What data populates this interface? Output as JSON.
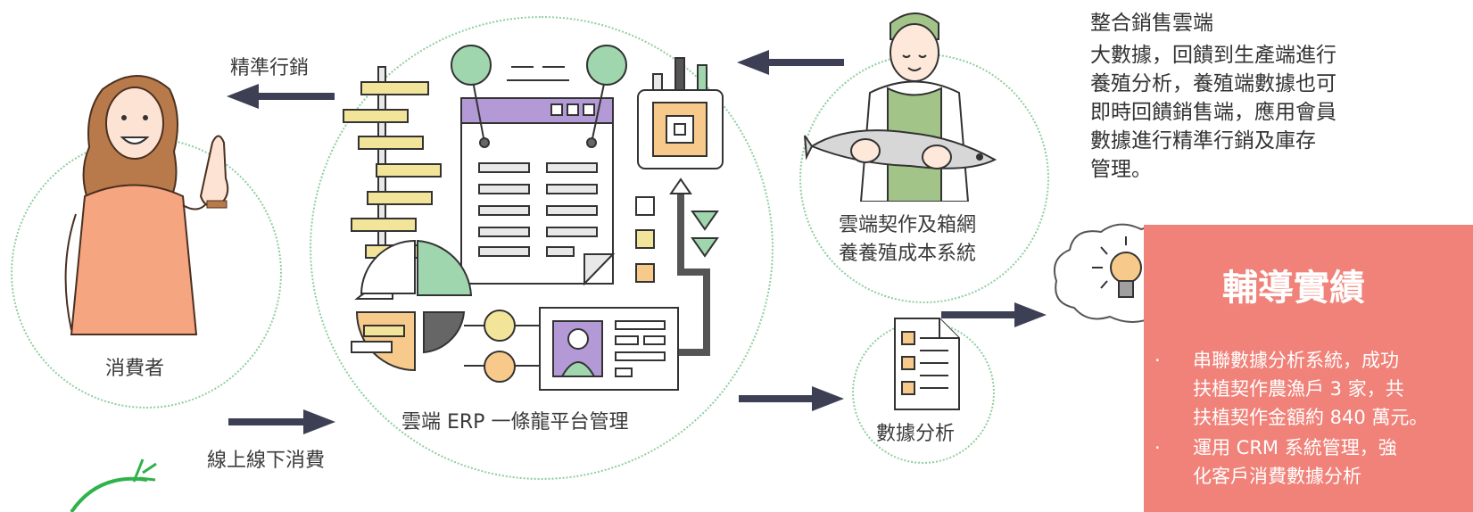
{
  "consumer": {
    "label": "消費者",
    "precision_marketing": "精準行銷",
    "online_offline": "線上線下消費"
  },
  "erp": {
    "label": "雲端 ERP 一條龍平台管理"
  },
  "farmer": {
    "label_line1": "雲端契作及箱網",
    "label_line2": "養養殖成本系統"
  },
  "analysis": {
    "label": "數據分析"
  },
  "info": {
    "title": "整合銷售雲端",
    "lines": [
      "大數據，回饋到生產端進行",
      "養殖分析，養殖端數據也可",
      "即時回饋銷售端，應用會員",
      "數據進行精準行銷及庫存",
      "管理。"
    ]
  },
  "results": {
    "heading": "輔導實績",
    "items": [
      {
        "bullet": "·",
        "lines": [
          "串聯數據分析系統，成功",
          "扶植契作農漁戶 3 家，共",
          "扶植契作金額約 840 萬元。"
        ]
      },
      {
        "bullet": "·",
        "lines": [
          "運用 CRM 系統管理，強",
          "化客戶消費數據分析"
        ]
      }
    ]
  },
  "colors": {
    "arrow": "#3d3f55",
    "dotted": "#8fcf9e",
    "result_bg": "#f08279",
    "accent_purple": "#b39ad6",
    "accent_green": "#9fd6ae",
    "accent_yellow": "#f2e59a",
    "accent_orange": "#f7c98a"
  }
}
